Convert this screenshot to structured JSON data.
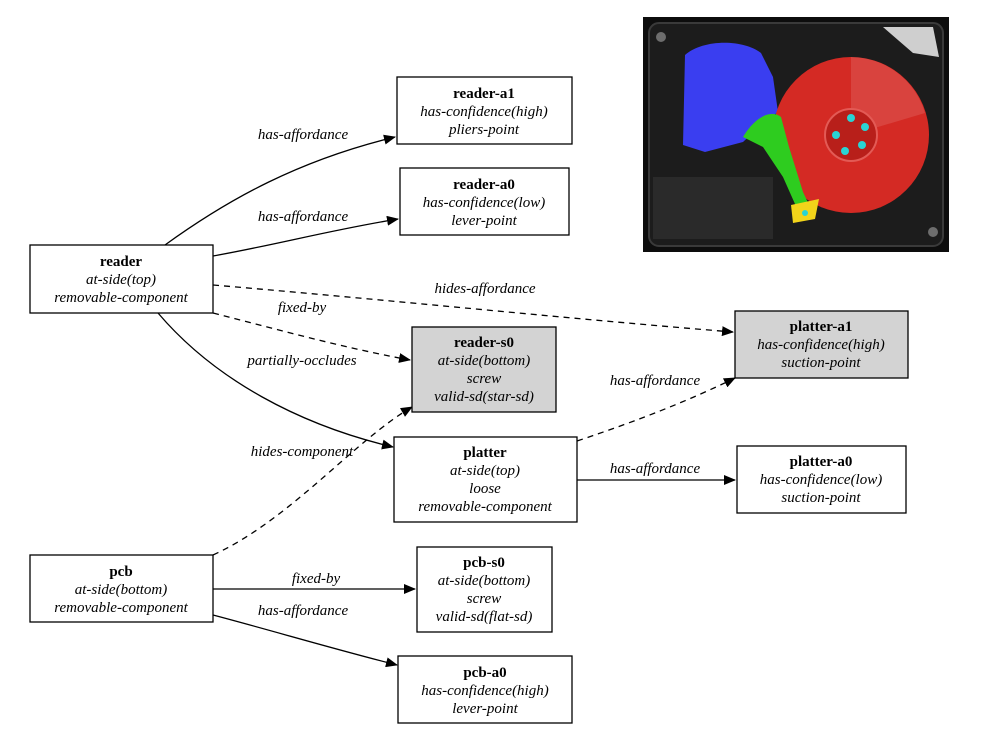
{
  "nodes": {
    "reader": {
      "title": "reader",
      "attrs": [
        "at-side(top)",
        "removable-component"
      ],
      "fill": "#ffffff"
    },
    "reader_a1": {
      "title": "reader-a1",
      "attrs": [
        "has-confidence(high)",
        "pliers-point"
      ],
      "fill": "#ffffff"
    },
    "reader_a0": {
      "title": "reader-a0",
      "attrs": [
        "has-confidence(low)",
        "lever-point"
      ],
      "fill": "#ffffff"
    },
    "reader_s0": {
      "title": "reader-s0",
      "attrs": [
        "at-side(bottom)",
        "screw",
        "valid-sd(star-sd)"
      ],
      "fill": "#d3d3d3"
    },
    "platter_a1": {
      "title": "platter-a1",
      "attrs": [
        "has-confidence(high)",
        "suction-point"
      ],
      "fill": "#d3d3d3"
    },
    "platter": {
      "title": "platter",
      "attrs": [
        "at-side(top)",
        "loose",
        "removable-component"
      ],
      "fill": "#ffffff"
    },
    "platter_a0": {
      "title": "platter-a0",
      "attrs": [
        "has-confidence(low)",
        "suction-point"
      ],
      "fill": "#ffffff"
    },
    "pcb": {
      "title": "pcb",
      "attrs": [
        "at-side(bottom)",
        "removable-component"
      ],
      "fill": "#ffffff"
    },
    "pcb_s0": {
      "title": "pcb-s0",
      "attrs": [
        "at-side(bottom)",
        "screw",
        "valid-sd(flat-sd)"
      ],
      "fill": "#ffffff"
    },
    "pcb_a0": {
      "title": "pcb-a0",
      "attrs": [
        "has-confidence(high)",
        "lever-point"
      ],
      "fill": "#ffffff"
    }
  },
  "edges": {
    "reader_reader_a1": {
      "label": "has-affordance",
      "style": "solid"
    },
    "reader_reader_a0": {
      "label": "has-affordance",
      "style": "solid"
    },
    "reader_platter_a1": {
      "label": "hides-affordance",
      "style": "dashed"
    },
    "reader_reader_s0": {
      "label": "fixed-by",
      "style": "dashed"
    },
    "reader_platter": {
      "label": "partially-occludes",
      "style": "solid"
    },
    "pcb_reader_s0": {
      "label": "hides-component",
      "style": "dashed"
    },
    "platter_platter_a1": {
      "label": "has-affordance",
      "style": "dashed"
    },
    "platter_platter_a0": {
      "label": "has-affordance",
      "style": "solid"
    },
    "pcb_pcb_s0": {
      "label": "fixed-by",
      "style": "solid"
    },
    "pcb_pcb_a0": {
      "label": "has-affordance",
      "style": "solid"
    }
  },
  "photo": {
    "segment_colors": {
      "reader": "#3a3ef0",
      "arm": "#2ecc1f",
      "platter": "#d42a24",
      "screws": "#29d4d4",
      "connector": "#f2d41a"
    }
  }
}
